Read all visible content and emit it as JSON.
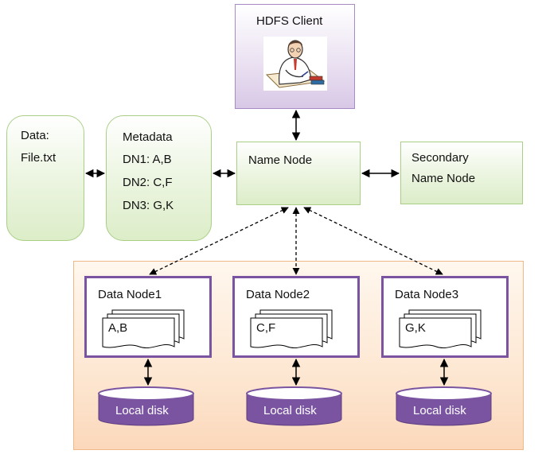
{
  "client": {
    "label": "HDFS Client"
  },
  "data_box": {
    "line1": "Data:",
    "line2": "File.txt"
  },
  "metadata": {
    "title": "Metadata",
    "dn1": "DN1: A,B",
    "dn2": "DN2: C,F",
    "dn3": "DN3: G,K"
  },
  "namenode": {
    "label": "Name Node"
  },
  "secondary": {
    "line1": "Secondary",
    "line2": "Name Node"
  },
  "datanodes": [
    {
      "label": "Data Node1",
      "blocks": "A,B"
    },
    {
      "label": "Data Node2",
      "blocks": "C,F"
    },
    {
      "label": "Data Node3",
      "blocks": "G,K"
    }
  ],
  "disks": [
    {
      "label": "Local disk"
    },
    {
      "label": "Local disk"
    },
    {
      "label": "Local disk"
    }
  ],
  "colors": {
    "green_border": "#a9cf86",
    "purple": "#7a54a0",
    "orange_border": "#f0b98a",
    "arrow": "#000000"
  }
}
